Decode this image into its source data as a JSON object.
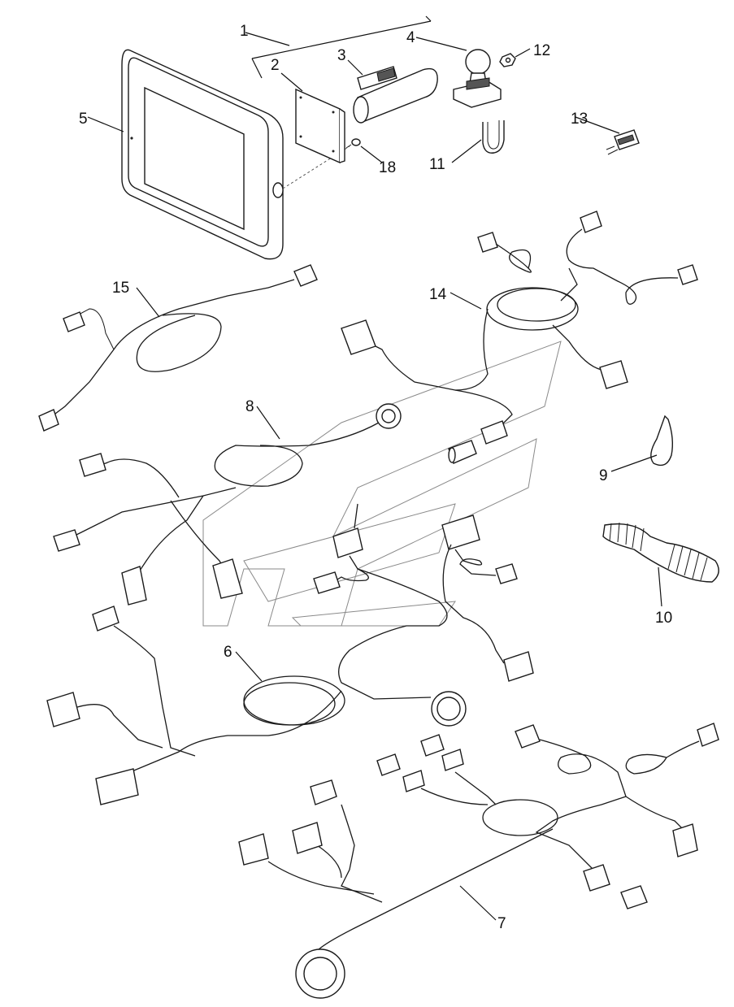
{
  "callouts": {
    "c1": "1",
    "c2": "2",
    "c3": "3",
    "c4": "4",
    "c5": "5",
    "c6": "6",
    "c7": "7",
    "c8": "8",
    "c9": "9",
    "c10": "10",
    "c11": "11",
    "c12": "12",
    "c13": "13",
    "c14": "14",
    "c15": "15",
    "c18": "18"
  },
  "colors": {
    "line": "#1a1a1a",
    "watermark": "#8a8a8a",
    "background": "#ffffff"
  }
}
